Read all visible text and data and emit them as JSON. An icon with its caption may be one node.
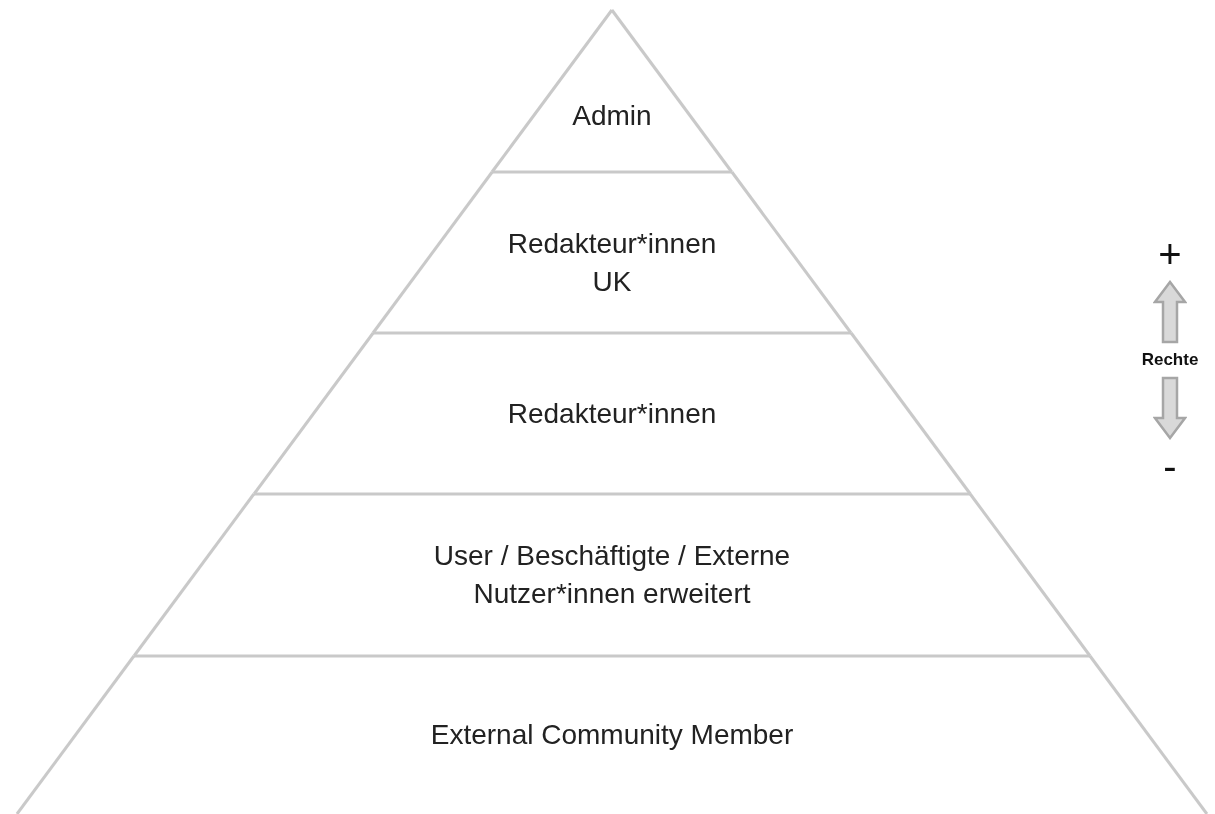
{
  "diagram": {
    "nodes": [
      {
        "text": [
          "Admin"
        ]
      },
      {
        "text": [
          "Redakteur*innen UK"
        ]
      },
      {
        "text": [
          "Redakteur*innen"
        ]
      },
      {
        "text": [
          "User / Beschäftigte / Externe Nutzer*innen erweitert"
        ]
      },
      {
        "text": [
          "External Community Member"
        ]
      }
    ],
    "labels": [
      "+",
      "Rechte",
      "-"
    ]
  }
}
